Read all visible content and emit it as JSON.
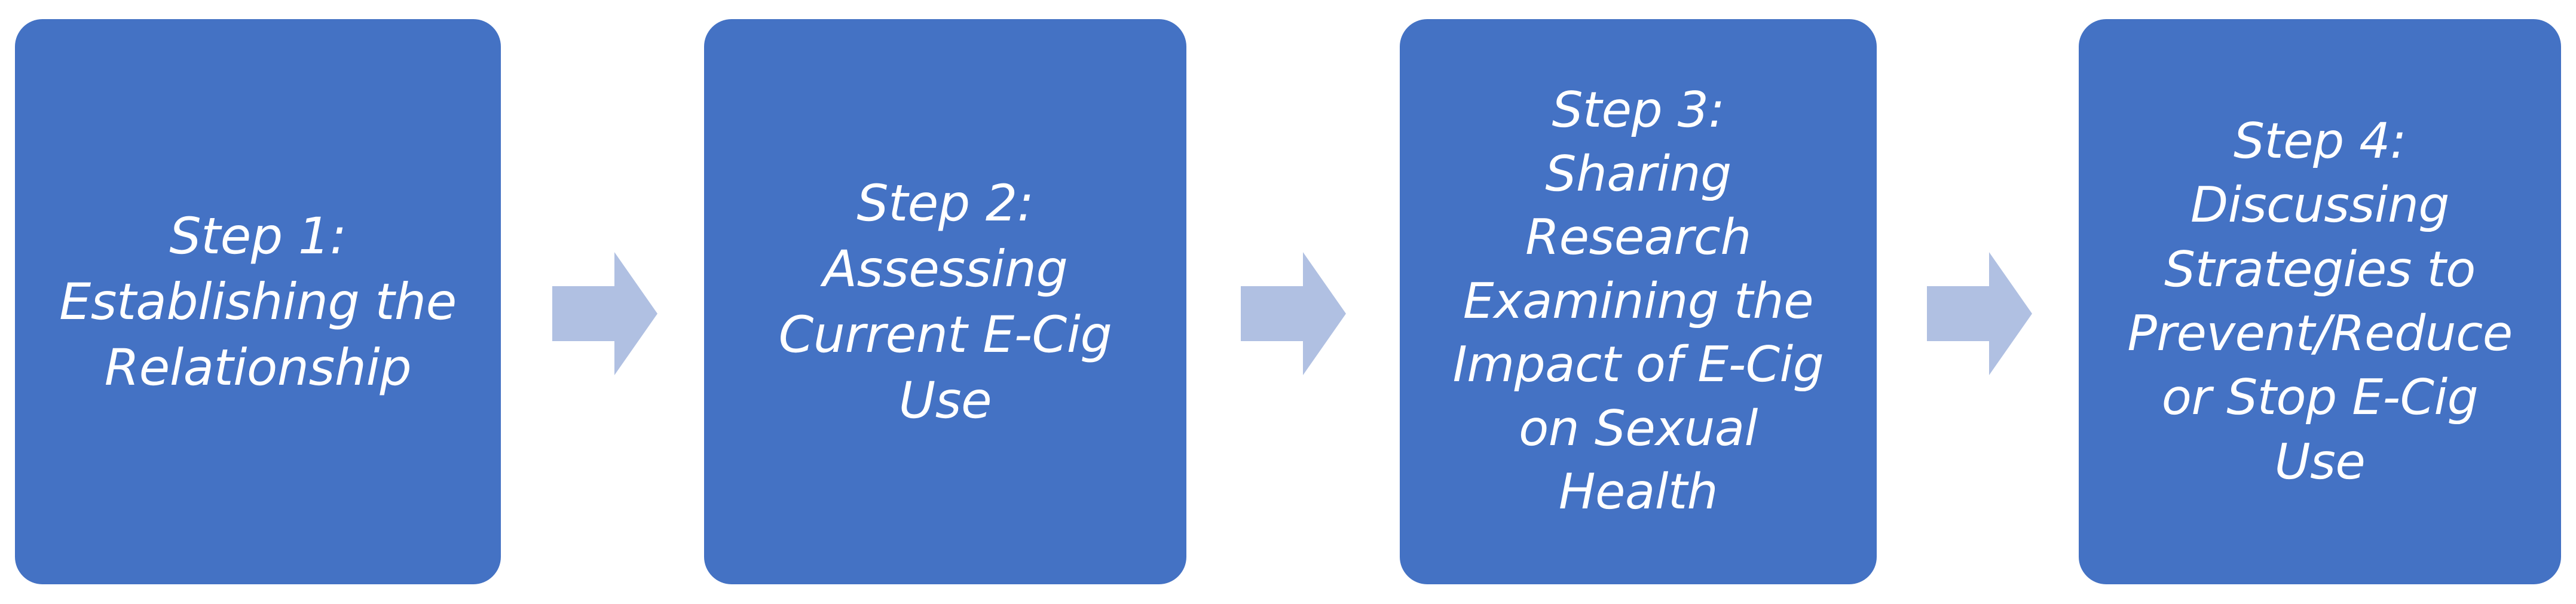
{
  "diagram": {
    "title": "Four-step e-cigarette counseling process flow",
    "type": "horizontal-process-flow",
    "background_color": "#FFFFFF",
    "box_color": "#4472C4",
    "box_text_color": "#FFFFFF",
    "arrow_color": "#B0C0E2",
    "steps": [
      {
        "id": "step-1",
        "label": "Step 1:\nEstablishing the\nRelationship",
        "lines": [
          "Step 1:",
          "Establishing the",
          "Relationship"
        ]
      },
      {
        "id": "step-2",
        "label": "Step 2:\nAssessing\nCurrent E-Cig\nUse",
        "lines": [
          "Step 2:",
          "Assessing",
          "Current E-Cig",
          "Use"
        ]
      },
      {
        "id": "step-3",
        "label": "Step 3:\nSharing\nResearch\nExamining the\nImpact of E-Cig\non Sexual\nHealth",
        "lines": [
          "Step 3:",
          "Sharing",
          "Research",
          "Examining the",
          "Impact of E-Cig",
          "on Sexual",
          "Health"
        ]
      },
      {
        "id": "step-4",
        "label": "Step 4:\nDiscussing\nStrategies to\nPrevent/Reduce\nor Stop E-Cig\nUse",
        "lines": [
          "Step 4:",
          "Discussing",
          "Strategies to",
          "Prevent/Reduce",
          "or Stop E-Cig",
          "Use"
        ]
      }
    ],
    "connectors": [
      {
        "id": "arrow-1",
        "from": "step-1",
        "to": "step-2",
        "icon": "right-arrow-icon"
      },
      {
        "id": "arrow-2",
        "from": "step-2",
        "to": "step-3",
        "icon": "right-arrow-icon"
      },
      {
        "id": "arrow-3",
        "from": "step-3",
        "to": "step-4",
        "icon": "right-arrow-icon"
      }
    ]
  }
}
